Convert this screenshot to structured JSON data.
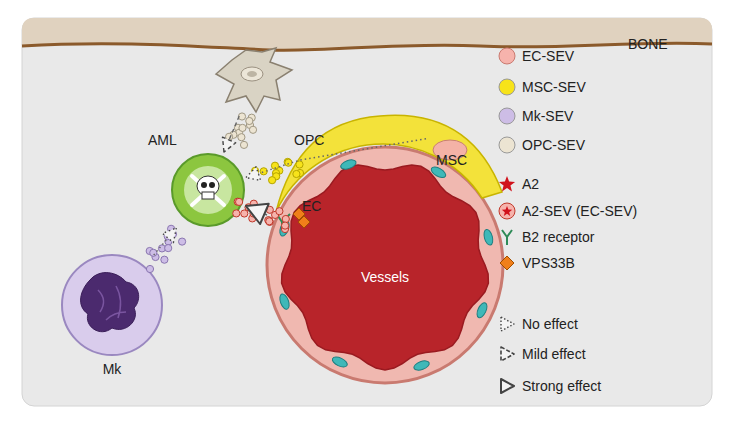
{
  "diagram": {
    "nodes": [
      {
        "text": [
          "BONE"
        ]
      },
      {
        "text": [
          "OPC"
        ]
      },
      {
        "text": [
          "AML"
        ]
      },
      {
        "text": [
          "MSC"
        ]
      },
      {
        "text": [
          "Vessels"
        ]
      },
      {
        "text": [
          "Mk"
        ]
      }
    ],
    "edges": [
      {
        "from": 1,
        "to": 2,
        "arrow": "to"
      },
      {
        "from": 3,
        "to": 2,
        "arrow": "to"
      },
      {
        "from": 4,
        "to": 2,
        "arrow": "to"
      },
      {
        "from": 5,
        "to": 2,
        "arrow": "to"
      }
    ],
    "labels": [
      "EC"
    ],
    "legend": [
      {
        "text": "EC-SEV",
        "color": "#f6b3ac"
      },
      {
        "text": "MSC-SEV",
        "color": "#f7e31a"
      },
      {
        "text": "Mk-SEV",
        "color": "#cdbde6"
      },
      {
        "text": "OPC-SEV",
        "color": "#ece4d2"
      },
      {
        "text": "A2"
      },
      {
        "text": "A2-SEV (EC-SEV)"
      },
      {
        "text": "B2 receptor"
      },
      {
        "text": "VPS33B"
      },
      {
        "text": "No effect"
      },
      {
        "text": "Mild effect"
      },
      {
        "text": "Strong effect"
      }
    ]
  }
}
